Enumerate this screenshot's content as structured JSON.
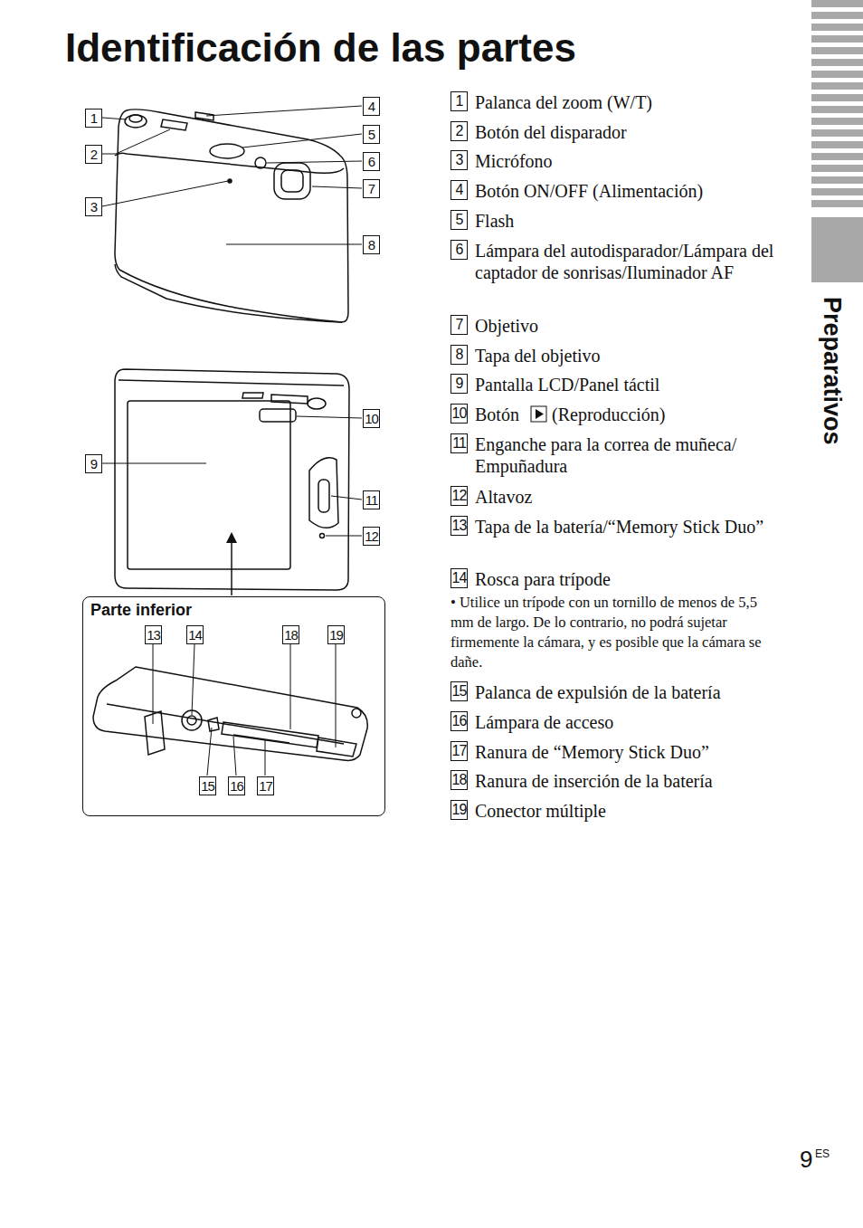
{
  "diagram": {
    "title": "Identificación de las partes",
    "nodes": [
      {
        "text": [
          "Parte inferior"
        ]
      }
    ],
    "labels": [
      "1",
      "2",
      "3",
      "4",
      "5",
      "6",
      "7",
      "8",
      "9",
      "10",
      "11",
      "12",
      "13",
      "14",
      "18",
      "19",
      "15",
      "16",
      "17",
      "1",
      "Palanca del zoom (W/T)",
      "2",
      "Botón del disparador",
      "3",
      "Micrófono",
      "4",
      "Botón ON/OFF (Alimentación)",
      "5",
      "Flash",
      "6",
      "Lámpara del autodisparador/Lámpara del captador de sonrisas/Iluminador AF",
      "7",
      "Objetivo",
      "8",
      "Tapa del objetivo",
      "9",
      "Pantalla LCD/Panel táctil",
      "10",
      "Botón",
      "(Reproducción)",
      "11",
      "Enganche para la correa de muñeca/ Empuñadura",
      "12",
      "Altavoz",
      "13",
      "Tapa de la batería/“Memory Stick Duo”",
      "14",
      "Rosca para trípode",
      "• Utilice un trípode con un tornillo de menos de 5,5 mm de largo. De lo contrario, no podrá sujetar firmemente la cámara, y es posible que la cámara se dañe.",
      "15",
      "Palanca de expulsión de la batería",
      "16",
      "Lámpara de acceso",
      "17",
      "Ranura de “Memory Stick Duo”",
      "18",
      "Ranura de inserción de la batería",
      "19",
      "Conector múltiple",
      "Preparativos",
      "9",
      "ES"
    ]
  }
}
